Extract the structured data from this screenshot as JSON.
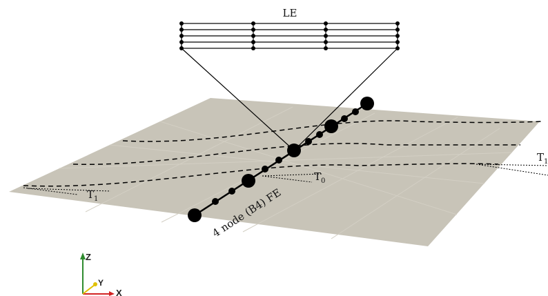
{
  "diagram": {
    "le_label": "LE",
    "element_label": "4 node (B4) FE",
    "t0_label": "T",
    "t0_sub": "0",
    "t1_label": "T",
    "t1_sub": "1",
    "t1_right_label": "T",
    "t1_right_sub": "1"
  },
  "axes_triad": {
    "z_label": "Z",
    "y_label": "Y",
    "x_label": "X"
  },
  "colors": {
    "plate": "#c8c4b8",
    "plate_grid": "#d6d2c7",
    "lines": "#000000",
    "axis_z": "#2e8b2e",
    "axis_x": "#d22222",
    "axis_y": "#e0c000"
  }
}
